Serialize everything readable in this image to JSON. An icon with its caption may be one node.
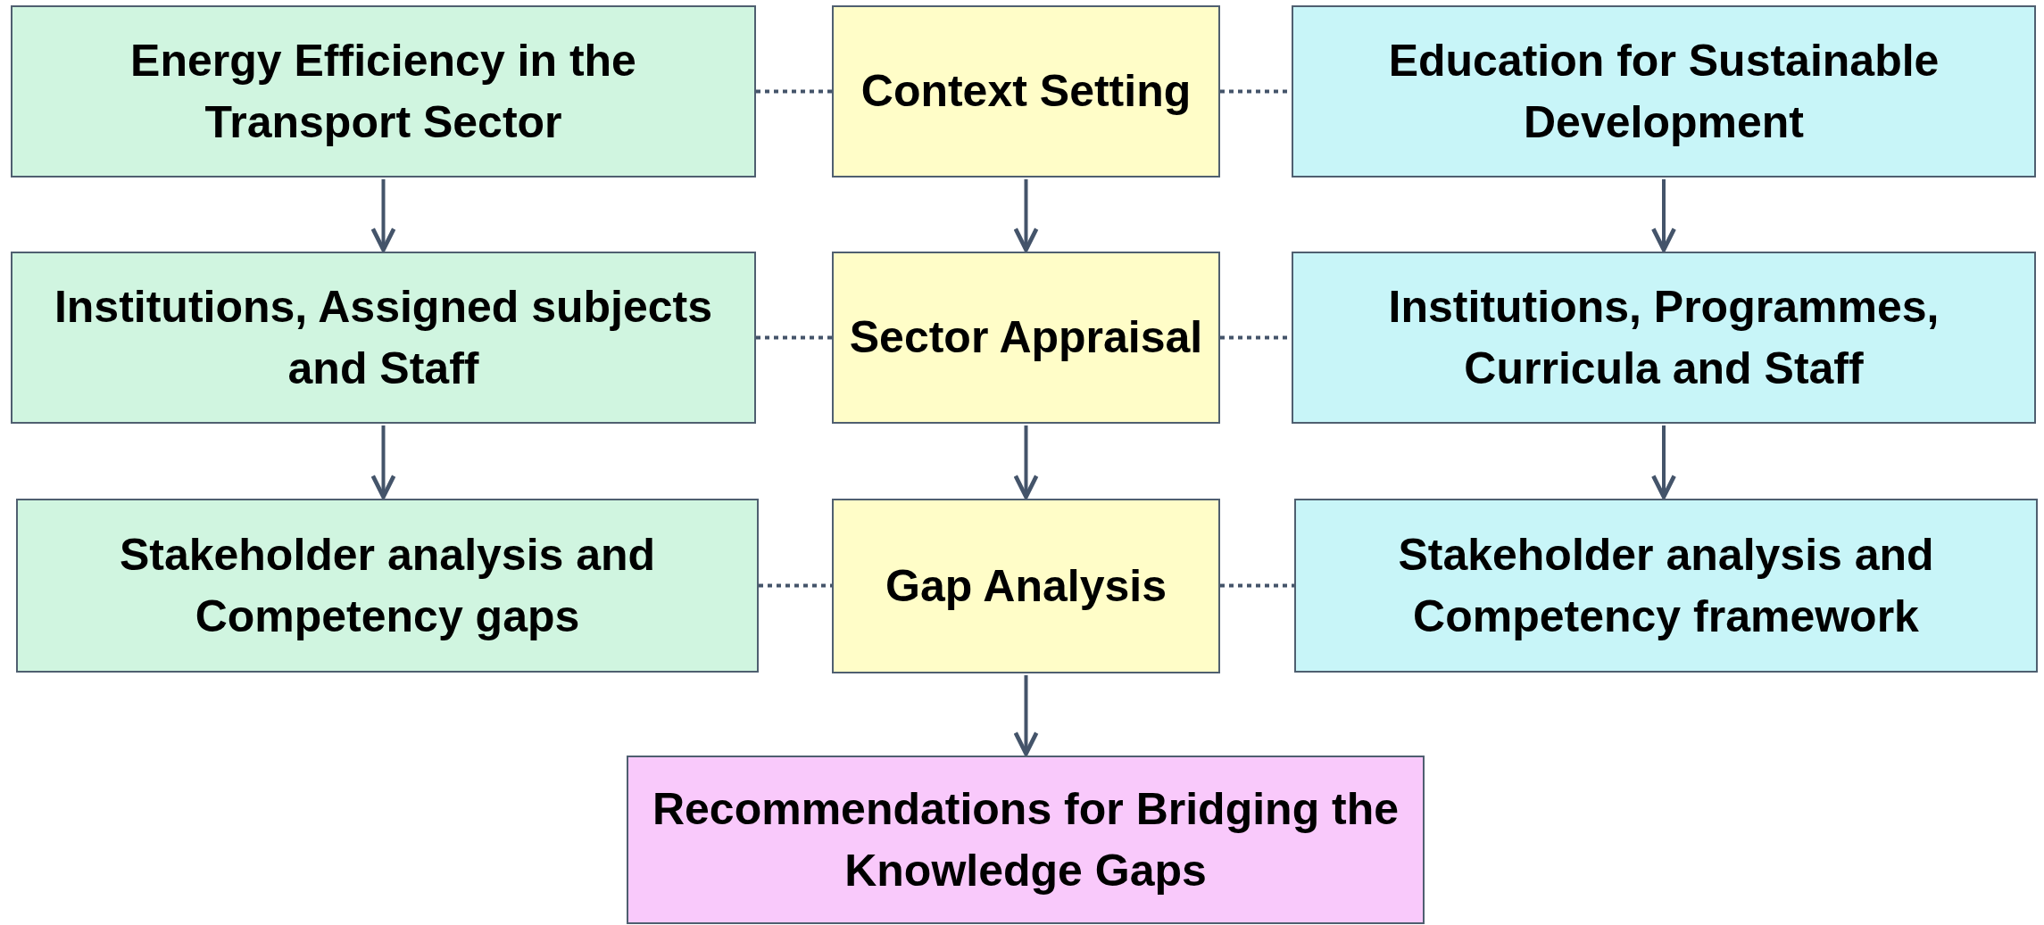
{
  "diagram": {
    "nodes": [
      {
        "text": [
          "Energy Efficiency in the Transport Sector"
        ]
      },
      {
        "text": [
          "Context Setting"
        ]
      },
      {
        "text": [
          "Education for Sustainable Development"
        ]
      },
      {
        "text": [
          "Institutions, Assigned subjects and Staff"
        ]
      },
      {
        "text": [
          "Sector Appraisal"
        ]
      },
      {
        "text": [
          "Institutions, Programmes, Curricula and Staff"
        ]
      },
      {
        "text": [
          "Stakeholder analysis and Competency gaps"
        ]
      },
      {
        "text": [
          "Gap Analysis"
        ]
      },
      {
        "text": [
          "Stakeholder analysis and Competency framework"
        ]
      },
      {
        "text": [
          "Recommendations for Bridging the Knowledge Gaps"
        ]
      }
    ],
    "edges": [
      {
        "from": 0,
        "to": 3,
        "arrow": "to"
      },
      {
        "from": 3,
        "to": 6,
        "arrow": "to"
      },
      {
        "from": 1,
        "to": 4,
        "arrow": "to"
      },
      {
        "from": 4,
        "to": 7,
        "arrow": "to"
      },
      {
        "from": 7,
        "to": 9,
        "arrow": "to"
      },
      {
        "from": 2,
        "to": 5,
        "arrow": "to"
      },
      {
        "from": 5,
        "to": 8,
        "arrow": "to"
      },
      {
        "from": 0,
        "to": 1,
        "arrow": "none",
        "style": "dashed"
      },
      {
        "from": 1,
        "to": 2,
        "arrow": "none",
        "style": "dashed"
      },
      {
        "from": 3,
        "to": 4,
        "arrow": "none",
        "style": "dashed"
      },
      {
        "from": 4,
        "to": 5,
        "arrow": "none",
        "style": "dashed"
      },
      {
        "from": 6,
        "to": 7,
        "arrow": "none",
        "style": "dashed"
      },
      {
        "from": 7,
        "to": 8,
        "arrow": "none",
        "style": "dashed"
      }
    ]
  }
}
